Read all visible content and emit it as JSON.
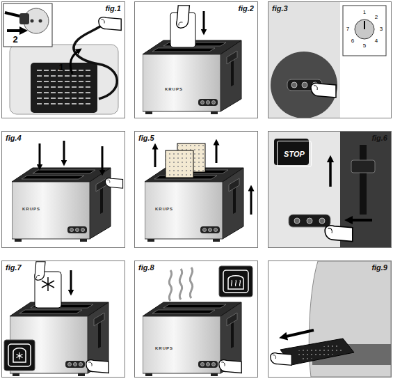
{
  "diagram": {
    "nodes": [
      {
        "text": [
          "fig.1"
        ]
      },
      {
        "text": [
          "fig.2"
        ]
      },
      {
        "text": [
          "fig.3"
        ]
      },
      {
        "text": [
          "fig.4"
        ]
      },
      {
        "text": [
          "fig.5"
        ]
      },
      {
        "text": [
          "fig.6"
        ]
      },
      {
        "text": [
          "STOP"
        ],
        "in": 5
      },
      {
        "text": [
          "fig.7"
        ]
      },
      {
        "text": [
          "fig.8"
        ]
      },
      {
        "text": [
          "fig.9"
        ]
      }
    ],
    "labels": [
      "1",
      "2",
      "KRUPS",
      "1",
      "2",
      "3",
      "4",
      "5",
      "6",
      "7",
      "KRUPS",
      "KRUPS",
      "KRUPS"
    ]
  }
}
